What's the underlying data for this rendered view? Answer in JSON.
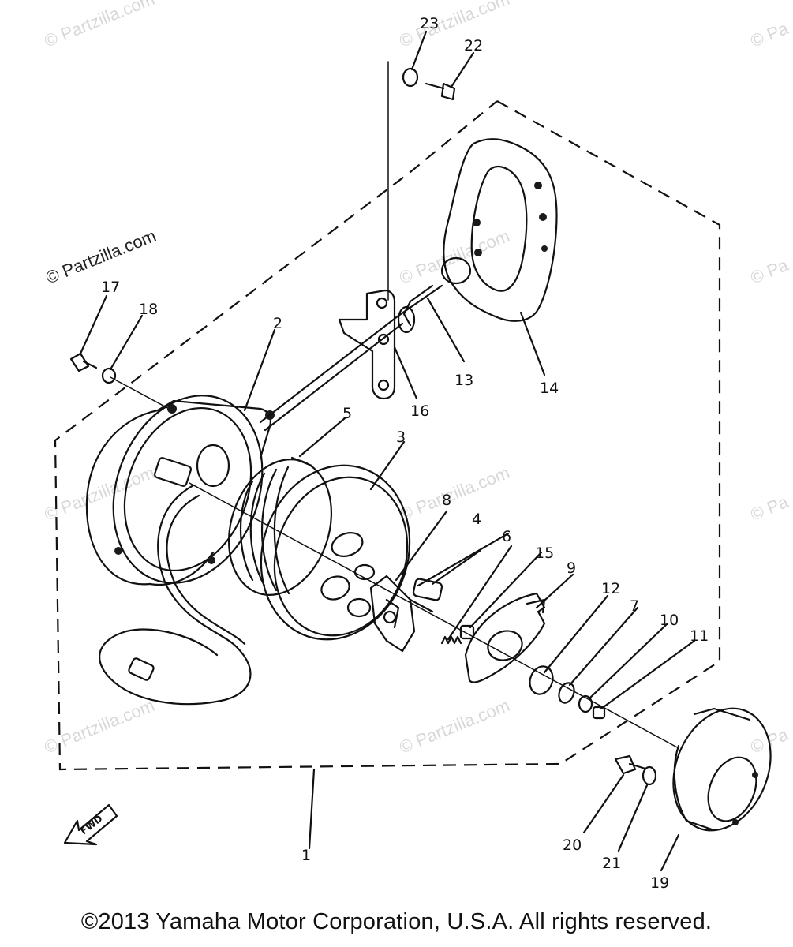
{
  "watermark": {
    "brand": "© Partzilla.com",
    "brand_short": "© Pa"
  },
  "forward_label": "FWD",
  "callouts": [
    "1",
    "2",
    "3",
    "4",
    "5",
    "6",
    "7",
    "8",
    "9",
    "10",
    "11",
    "12",
    "13",
    "14",
    "15",
    "16",
    "17",
    "18",
    "19",
    "20",
    "21",
    "22",
    "23"
  ],
  "copyright": "©2013 Yamaha Motor Corporation, U.S.A. All rights reserved."
}
